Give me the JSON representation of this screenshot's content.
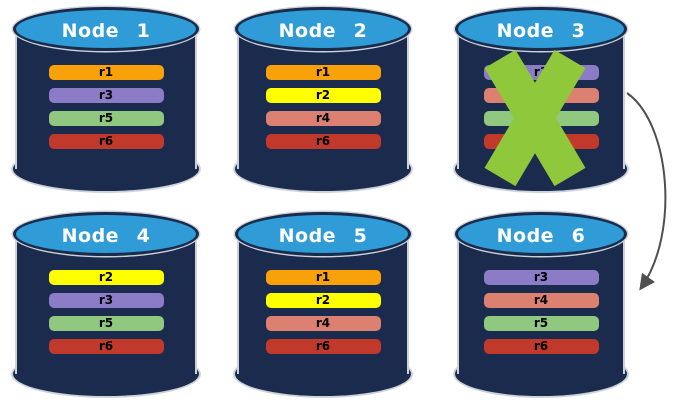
{
  "diagram": {
    "colors": {
      "background": "#FFFFFF",
      "cylinder_body": "#1B2B4D",
      "cylinder_top": "#2F9CD8",
      "cylinder_top_border": "#1A2B4C",
      "node_title": "#FFFFFF",
      "record_text": "#000000",
      "failure_x": "#90C83C",
      "arrow": "#4F4F4F"
    },
    "record_colors": {
      "r1": "#F9A109",
      "r2": "#FFFF00",
      "r3": "#8C7CC8",
      "r4": "#DC8172",
      "r5": "#8FC87E",
      "r6": "#C0392B"
    },
    "nodes": [
      {
        "label": "Node 1",
        "failed": false,
        "records": [
          {
            "label": "r1",
            "color": "#F9A109"
          },
          {
            "label": "r3",
            "color": "#8C7CC8"
          },
          {
            "label": "r5",
            "color": "#8FC87E"
          },
          {
            "label": "r6",
            "color": "#C0392B"
          }
        ]
      },
      {
        "label": "Node 2",
        "failed": false,
        "records": [
          {
            "label": "r1",
            "color": "#F9A109"
          },
          {
            "label": "r2",
            "color": "#FFFF00"
          },
          {
            "label": "r4",
            "color": "#DC8172"
          },
          {
            "label": "r6",
            "color": "#C0392B"
          }
        ]
      },
      {
        "label": "Node 3",
        "failed": true,
        "records": [
          {
            "label": "r3",
            "color": "#8C7CC8"
          },
          {
            "label": "r4",
            "color": "#DC8172"
          },
          {
            "label": "r5",
            "color": "#8FC87E"
          },
          {
            "label": "r6",
            "color": "#C0392B"
          }
        ]
      },
      {
        "label": "Node 4",
        "failed": false,
        "records": [
          {
            "label": "r2",
            "color": "#FFFF00"
          },
          {
            "label": "r3",
            "color": "#8C7CC8"
          },
          {
            "label": "r5",
            "color": "#8FC87E"
          },
          {
            "label": "r6",
            "color": "#C0392B"
          }
        ]
      },
      {
        "label": "Node 5",
        "failed": false,
        "records": [
          {
            "label": "r1",
            "color": "#F9A109"
          },
          {
            "label": "r2",
            "color": "#FFFF00"
          },
          {
            "label": "r4",
            "color": "#DC8172"
          },
          {
            "label": "r6",
            "color": "#C0392B"
          }
        ]
      },
      {
        "label": "Node 6",
        "failed": false,
        "records": [
          {
            "label": "r3",
            "color": "#8C7CC8"
          },
          {
            "label": "r4",
            "color": "#DC8172"
          },
          {
            "label": "r5",
            "color": "#8FC87E"
          },
          {
            "label": "r6",
            "color": "#C0392B"
          }
        ]
      }
    ],
    "failure": {
      "failed_node": "Node 3",
      "marker": "X"
    },
    "arrow": {
      "from_node": "Node 3",
      "to_node": "Node 6"
    }
  }
}
